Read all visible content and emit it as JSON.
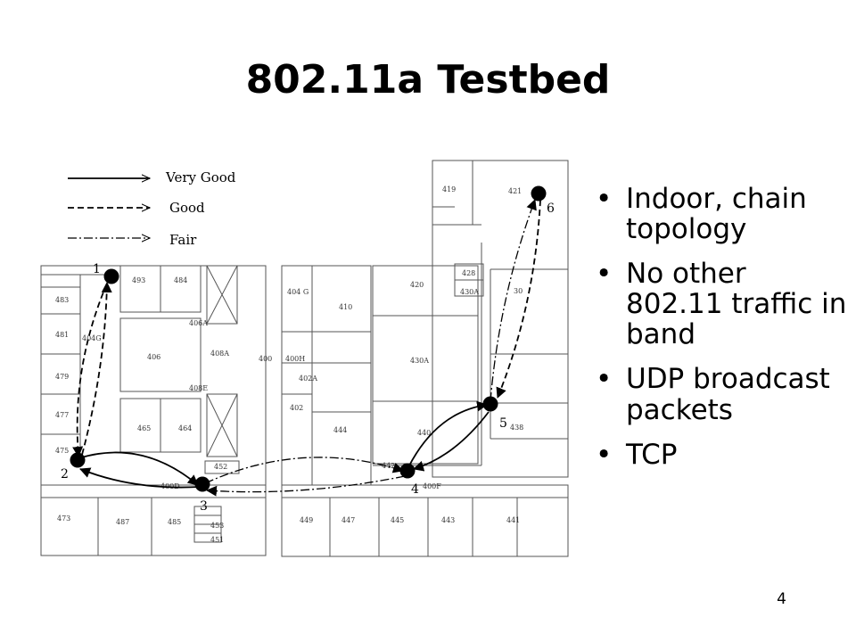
{
  "slide": {
    "title": "802.11a Testbed",
    "page_number": "4"
  },
  "bullets": [
    "Indoor, chain topology",
    "No other 802.11 traffic in band",
    "UDP broadcast packets",
    "TCP"
  ],
  "legend": {
    "very_good": "Very Good",
    "good": "Good",
    "fair": "Fair"
  },
  "nodes": [
    {
      "id": "1",
      "label": "1"
    },
    {
      "id": "2",
      "label": "2"
    },
    {
      "id": "3",
      "label": "3"
    },
    {
      "id": "4",
      "label": "4"
    },
    {
      "id": "5",
      "label": "5"
    },
    {
      "id": "6",
      "label": "6"
    }
  ],
  "links": [
    {
      "from": "2",
      "to": "3",
      "quality": "very_good"
    },
    {
      "from": "4",
      "to": "5",
      "quality": "very_good"
    },
    {
      "from": "1",
      "to": "2",
      "quality": "good"
    },
    {
      "from": "5",
      "to": "6",
      "quality": "good"
    },
    {
      "from": "3",
      "to": "4",
      "quality": "fair"
    }
  ],
  "rooms": {
    "r493": "493",
    "r484": "484",
    "r483": "483",
    "r481": "481",
    "r404g": "404G",
    "r479": "479",
    "r477": "477",
    "r475": "475",
    "r473": "473",
    "r487": "487",
    "r485": "485",
    "r406a": "406A",
    "r406": "406",
    "r408a": "408A",
    "r408e": "408E",
    "r465": "465",
    "r464": "464",
    "r452": "452",
    "r400d": "400D",
    "r453": "453",
    "r451": "451",
    "r404g2": "404 G",
    "r410": "410",
    "r400": "400",
    "r400h": "400H",
    "r402a": "402A",
    "r402": "402",
    "r444": "444",
    "r420": "420",
    "r430a_mid": "430A",
    "r440": "440",
    "r442": "442",
    "r400f": "400F",
    "r419": "419",
    "r421": "421",
    "r428": "428",
    "r430a": "430A",
    "r430_partial": "30",
    "r438": "438",
    "r449": "449",
    "r447": "447",
    "r445": "445",
    "r443": "443",
    "r441": "441"
  }
}
